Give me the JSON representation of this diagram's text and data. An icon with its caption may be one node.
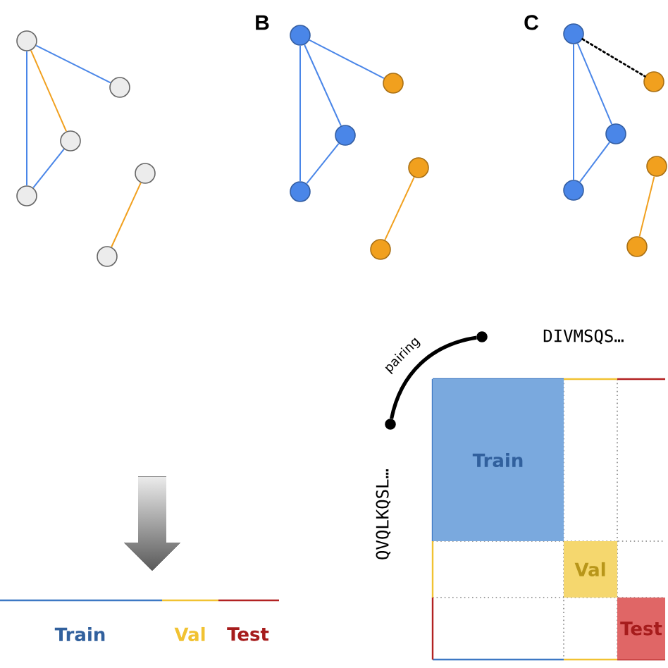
{
  "diagram": {
    "nodes": [
      {
        "text": [],
        "shape": "circle"
      },
      {
        "text": [],
        "shape": "circle"
      },
      {
        "text": [],
        "shape": "circle"
      },
      {
        "text": [],
        "shape": "circle"
      },
      {
        "text": [],
        "shape": "circle"
      },
      {
        "text": [],
        "shape": "circle"
      },
      {
        "text": [],
        "shape": "circle"
      },
      {
        "text": [],
        "shape": "circle"
      },
      {
        "text": [],
        "shape": "circle"
      },
      {
        "text": [],
        "shape": "circle"
      },
      {
        "text": [],
        "shape": "circle"
      },
      {
        "text": [],
        "shape": "circle"
      },
      {
        "text": [],
        "shape": "circle"
      },
      {
        "text": [],
        "shape": "circle"
      },
      {
        "text": [],
        "shape": "circle"
      },
      {
        "text": [],
        "shape": "circle"
      },
      {
        "text": [],
        "shape": "circle"
      },
      {
        "text": [],
        "shape": "circle"
      },
      {
        "text": [],
        "shape": "circle"
      },
      {
        "text": [],
        "shape": "circle"
      },
      {
        "text": [
          "Train"
        ]
      },
      {
        "text": [
          "Val"
        ]
      },
      {
        "text": [
          "Test"
        ]
      }
    ],
    "edges": [
      {
        "from": 0,
        "to": 1,
        "arrow": "none"
      },
      {
        "from": 0,
        "to": 3,
        "arrow": "none"
      },
      {
        "from": 0,
        "to": 2,
        "arrow": "none",
        "color": "#f1a01e"
      },
      {
        "from": 2,
        "to": 3,
        "arrow": "none"
      },
      {
        "from": 4,
        "to": 5,
        "arrow": "none",
        "color": "#f1a01e"
      },
      {
        "from": 6,
        "to": 7,
        "arrow": "none"
      },
      {
        "from": 6,
        "to": 9,
        "arrow": "none"
      },
      {
        "from": 6,
        "to": 8,
        "arrow": "none"
      },
      {
        "from": 8,
        "to": 9,
        "arrow": "none"
      },
      {
        "from": 10,
        "to": 11,
        "arrow": "none",
        "color": "#f1a01e"
      },
      {
        "from": 12,
        "to": 13,
        "arrow": "none",
        "style": "dashed",
        "color": "#000000"
      },
      {
        "from": 12,
        "to": 15,
        "arrow": "none"
      },
      {
        "from": 12,
        "to": 14,
        "arrow": "none"
      },
      {
        "from": 14,
        "to": 15,
        "arrow": "none"
      },
      {
        "from": 16,
        "to": 17,
        "arrow": "none",
        "color": "#f1a01e"
      },
      {
        "from": 18,
        "to": 19,
        "arrow": "none",
        "label": "pairing",
        "style": "thick",
        "color": "#000000"
      }
    ],
    "labels": [
      "B",
      "C",
      "DIVMSQS…",
      "QVQLKQSL…",
      "Train",
      "Val",
      "Test"
    ]
  }
}
